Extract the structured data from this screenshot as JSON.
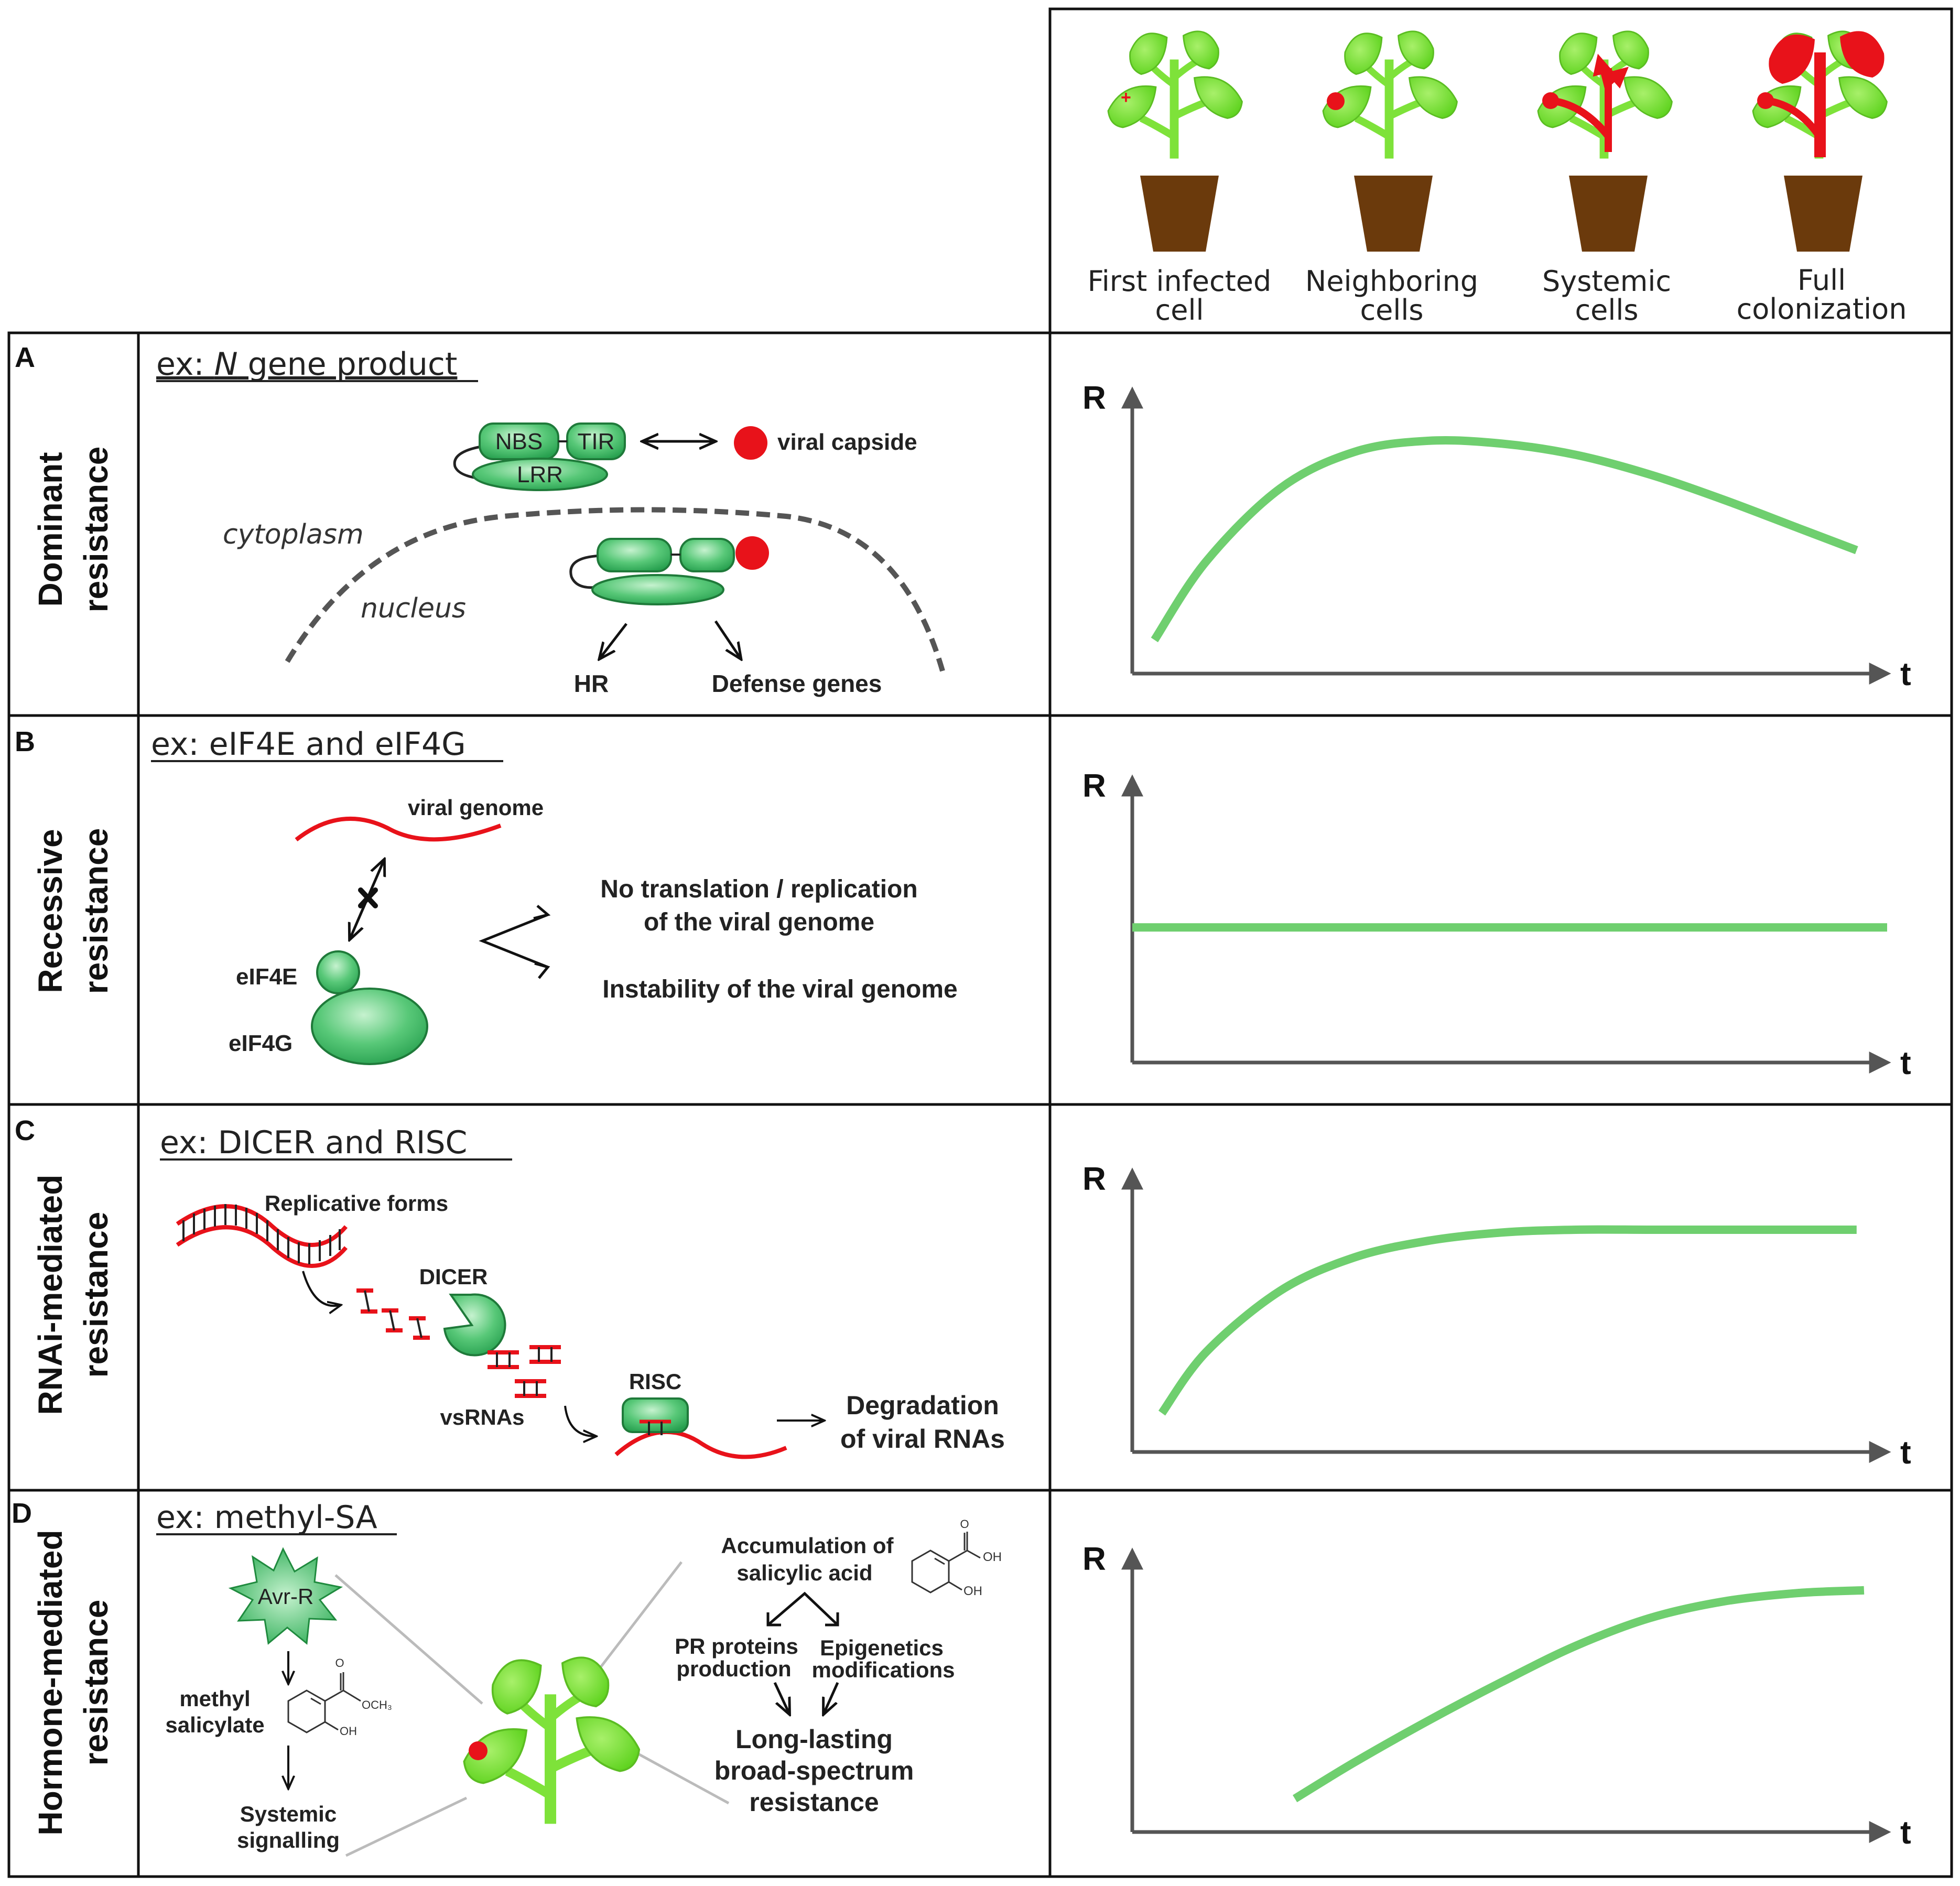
{
  "stages": {
    "s1": [
      "First infected",
      "cell"
    ],
    "s2": [
      "Neighboring",
      "cells"
    ],
    "s3": [
      "Systemic",
      "cells"
    ],
    "s4": [
      "Full",
      "colonization"
    ]
  },
  "axes": {
    "y": "R",
    "x": "t"
  },
  "panels": {
    "A": {
      "letter": "A",
      "row_label": [
        "Dominant",
        "resistance"
      ],
      "example_prefix": "ex: ",
      "example_gene": "N",
      "example_suffix": " gene product",
      "nbs": "NBS",
      "tir": "TIR",
      "lrr": "LRR",
      "viral_capside": "viral capside",
      "cytoplasm": "cytoplasm",
      "nucleus": "nucleus",
      "hr": "HR",
      "defense_genes": "Defense genes"
    },
    "B": {
      "letter": "B",
      "row_label": [
        "Recessive",
        "resistance"
      ],
      "example": "ex: eIF4E and eIF4G",
      "viral_genome": "viral genome",
      "eif4e": "eIF4E",
      "eif4g": "eIF4G",
      "outcome1": [
        "No translation / replication",
        "of the viral genome"
      ],
      "outcome2": "Instability of the viral genome"
    },
    "C": {
      "letter": "C",
      "row_label": [
        "RNAi-mediated",
        "resistance"
      ],
      "example": "ex: DICER and RISC",
      "replicative_forms": "Replicative forms",
      "dicer": "DICER",
      "vsrnas": "vsRNAs",
      "risc": "RISC",
      "degradation": [
        "Degradation",
        "of viral RNAs"
      ]
    },
    "D": {
      "letter": "D",
      "row_label": [
        "Hormone-mediated",
        "resistance"
      ],
      "example": "ex: methyl-SA",
      "avr": "Avr-R",
      "methyl_salicylate": [
        "methyl",
        "salicylate"
      ],
      "systemic_signalling": [
        "Systemic",
        "signalling"
      ],
      "accumulation": [
        "Accumulation of",
        "salicylic acid"
      ],
      "pr_proteins": [
        "PR proteins",
        "production"
      ],
      "epigenetics": [
        "Epigenetics",
        "modifications"
      ],
      "long_lasting": [
        "Long-lasting",
        "broad-spectrum",
        "resistance"
      ],
      "och3": "OCH₃",
      "oh": "OH",
      "o": "O"
    }
  },
  "chart_data": [
    {
      "type": "line",
      "panel": "A",
      "ylabel": "R",
      "xlabel": "t",
      "shape": "rise-peak-decline",
      "x": [
        0.03,
        0.1,
        0.2,
        0.3,
        0.4,
        0.5,
        0.6,
        0.7,
        0.8,
        0.9,
        0.98
      ],
      "y": [
        0.12,
        0.4,
        0.66,
        0.79,
        0.83,
        0.82,
        0.78,
        0.71,
        0.62,
        0.52,
        0.44
      ]
    },
    {
      "type": "line",
      "panel": "B",
      "ylabel": "R",
      "xlabel": "t",
      "shape": "constant",
      "x": [
        0.0,
        1.0
      ],
      "y": [
        0.48,
        0.48
      ]
    },
    {
      "type": "line",
      "panel": "C",
      "ylabel": "R",
      "xlabel": "t",
      "shape": "saturating-rise",
      "x": [
        0.04,
        0.1,
        0.2,
        0.3,
        0.4,
        0.5,
        0.6,
        0.7,
        0.8,
        0.9,
        0.98
      ],
      "y": [
        0.14,
        0.36,
        0.58,
        0.7,
        0.76,
        0.79,
        0.8,
        0.8,
        0.8,
        0.8,
        0.8
      ]
    },
    {
      "type": "line",
      "panel": "D",
      "ylabel": "R",
      "xlabel": "t",
      "shape": "delayed-saturating-rise",
      "x": [
        0.22,
        0.3,
        0.4,
        0.5,
        0.6,
        0.7,
        0.8,
        0.9,
        0.99
      ],
      "y": [
        0.12,
        0.25,
        0.4,
        0.54,
        0.67,
        0.77,
        0.83,
        0.86,
        0.87
      ]
    }
  ]
}
